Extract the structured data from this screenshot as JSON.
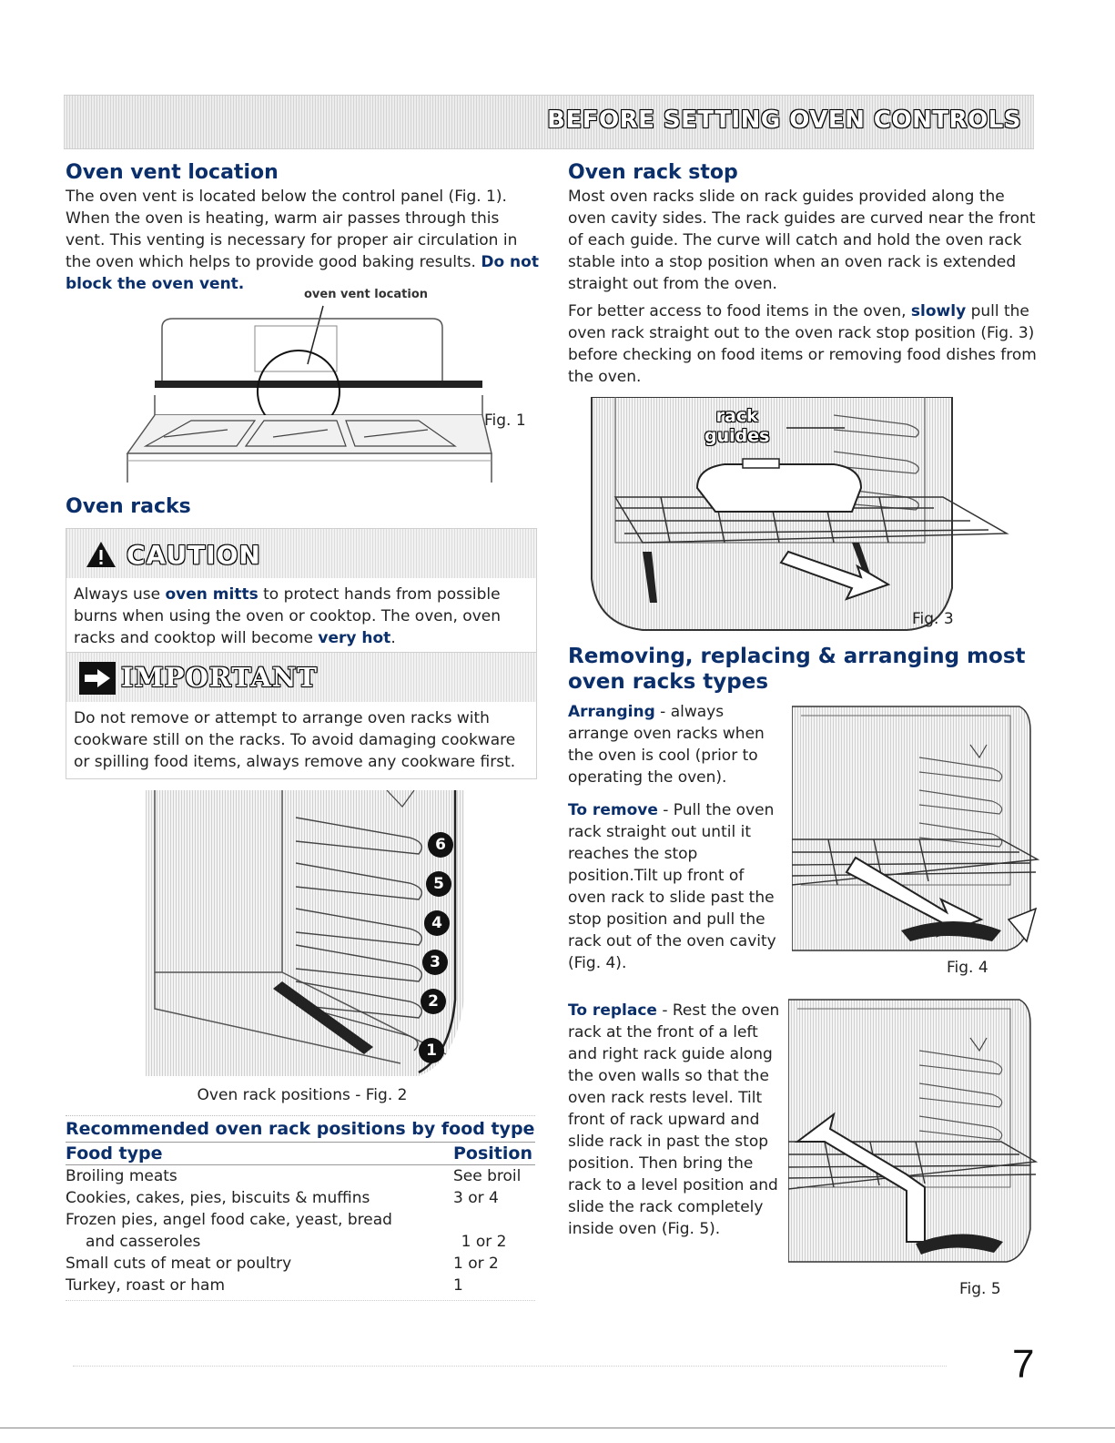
{
  "banner": {
    "title": "BEFORE SETTING OVEN CONTROLS"
  },
  "vent": {
    "heading": "Oven vent location",
    "body_text": "The oven vent is located below the control panel (Fig. 1). When the oven is heating, warm air passes through this vent. This venting is necessary for proper air circulation in the oven which helps to provide good baking results. ",
    "body_bold": "Do not block the oven vent.",
    "callout": "oven vent location",
    "fig_label": "Fig. 1"
  },
  "racks": {
    "heading": "Oven racks",
    "caution": {
      "title": "CAUTION",
      "t1": "Always use ",
      "b1": "oven mitts",
      "t2": " to protect hands from possible burns when using the oven or cooktop. The oven, oven racks and cooktop will become ",
      "b2": "very hot",
      "t3": "."
    },
    "important": {
      "title": "IMPORTANT",
      "text": "Do not remove or attempt to arrange oven racks with cookware still on the racks. To avoid damaging cookware or spilling food items, always remove any cookware first."
    },
    "positions": [
      "6",
      "5",
      "4",
      "3",
      "2",
      "1"
    ],
    "fig_caption": "Oven rack positions - Fig. 2"
  },
  "table": {
    "caption": "Recommended oven rack positions by food type",
    "col_food": "Food type",
    "col_position": "Position",
    "rows": [
      {
        "food": "Broiling meats",
        "position": "See broil"
      },
      {
        "food": "Cookies, cakes, pies, biscuits & muffins",
        "position": "3 or 4"
      },
      {
        "food": "Frozen pies, angel food cake, yeast, bread",
        "position": ""
      },
      {
        "food": "and casseroles",
        "position": "1 or 2"
      },
      {
        "food": "Small cuts of meat or poultry",
        "position": "1 or 2"
      },
      {
        "food": "Turkey, roast or ham",
        "position": "1"
      }
    ]
  },
  "stop": {
    "heading": "Oven rack stop",
    "para1": "Most oven racks slide on rack guides provided along the oven cavity sides. The rack guides are curved near the front of each guide. The curve will catch and hold the oven rack stable into a stop position when an oven rack is extended straight out from the oven.",
    "para2_a": "For better access to food items in the oven, ",
    "para2_bold": "slowly",
    "para2_b": " pull the oven rack straight out to the oven rack stop position (Fig. 3) before checking on food items or removing food dishes from the oven.",
    "callout_line1": "rack",
    "callout_line2": "guides",
    "fig_label": "Fig. 3"
  },
  "arrange": {
    "heading": "Removing, replacing & arranging most oven racks types",
    "arranging_label": "Arranging",
    "arranging_text": " - always arrange oven racks when the oven is cool (prior to operating the oven).",
    "remove_label": "To remove",
    "remove_text": " -  Pull the oven rack straight out until it reaches the stop position.Tilt up front of oven rack to slide past the stop position and pull the rack out of the oven cavity (Fig. 4).",
    "replace_label": "To replace",
    "replace_text": " - Rest the oven rack at the front of a left and right rack guide along the oven walls so that the oven rack rests level. Tilt front of rack upward and slide rack in past the stop position. Then bring the rack to a level position and slide the rack completely inside oven (Fig. 5).",
    "fig4_label": "Fig. 4",
    "fig5_label": "Fig. 5"
  },
  "page_number": "7"
}
